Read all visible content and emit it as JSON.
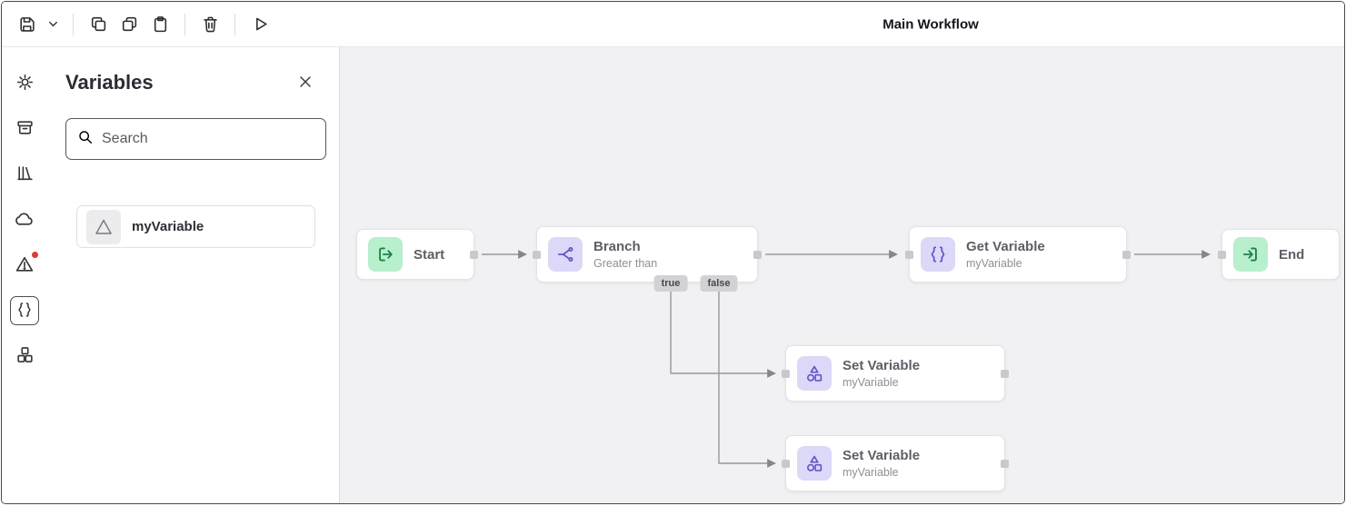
{
  "window": {
    "title": "Main Workflow"
  },
  "toolbar": {
    "icons": [
      "save",
      "expand",
      "copy",
      "duplicate",
      "paste",
      "delete",
      "run"
    ]
  },
  "rail": {
    "items": [
      {
        "name": "settings"
      },
      {
        "name": "archive"
      },
      {
        "name": "library"
      },
      {
        "name": "cloud"
      },
      {
        "name": "alerts",
        "badge": true
      },
      {
        "name": "variables",
        "active": true
      },
      {
        "name": "blocks"
      }
    ]
  },
  "panel": {
    "title": "Variables",
    "search_placeholder": "Search",
    "items": [
      {
        "label": "myVariable"
      }
    ]
  },
  "canvas": {
    "nodes": [
      {
        "label": "Start"
      },
      {
        "label": "Branch",
        "sublabel": "Greater than"
      },
      {
        "label": "Get Variable",
        "sublabel": "myVariable"
      },
      {
        "label": "End"
      },
      {
        "label": "Set Variable",
        "sublabel": "myVariable"
      },
      {
        "label": "Set Variable",
        "sublabel": "myVariable"
      }
    ],
    "branch_outputs": {
      "true": "true",
      "false": "false"
    }
  },
  "colors": {
    "canvas_bg": "#f1f1f3",
    "node_green_bg": "#b8efcd",
    "node_green_fg": "#1d8348",
    "node_purple_bg": "#dcd8f8",
    "node_purple_fg": "#6155c9",
    "wire": "#97979d",
    "alert_badge": "#e23a2e",
    "tag_bg": "#d2d2d6"
  }
}
